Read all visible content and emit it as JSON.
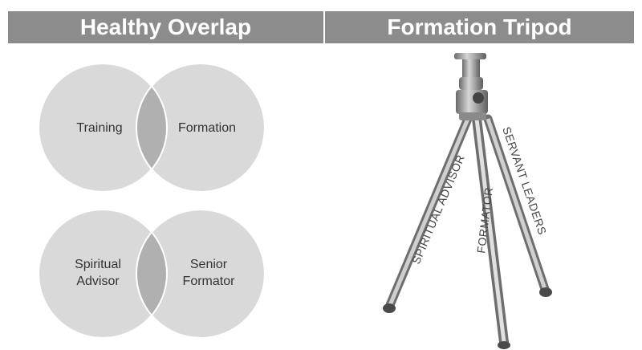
{
  "header": {
    "left_title": "Healthy Overlap",
    "right_title": "Formation Tripod"
  },
  "venn_top": {
    "left_label": "Training",
    "right_label": "Formation"
  },
  "venn_bottom": {
    "left_label_line1": "Spiritual",
    "left_label_line2": "Advisor",
    "right_label_line1": "Senior",
    "right_label_line2": "Formator"
  },
  "tripod": {
    "leg_left": "SPIRITUAL ADVISOR",
    "leg_center": "FORMATOR",
    "leg_right": "SERVANT LEADERS"
  },
  "colors": {
    "header_bg": "#8c8c8c",
    "circle_fill": "#d9d9d9",
    "overlap_fill": "#b0b0b0"
  }
}
